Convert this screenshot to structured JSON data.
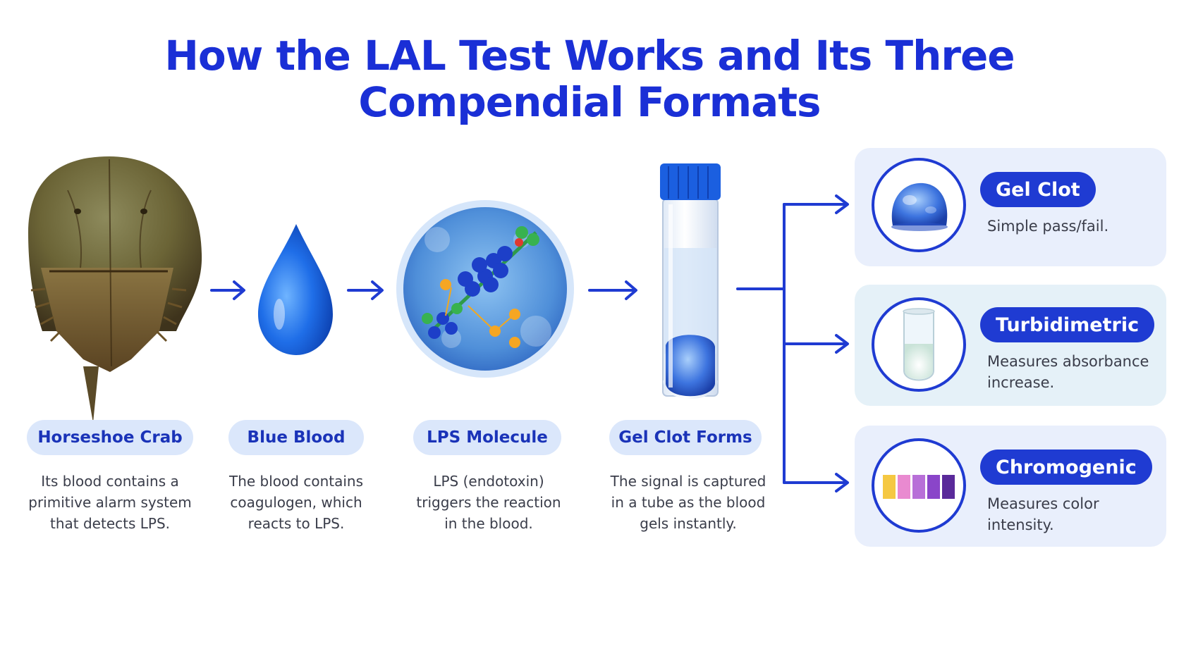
{
  "title": {
    "line1": "How the LAL Test Works and Its Three",
    "line2": "Compendial Formats"
  },
  "steps": [
    {
      "label": "Horseshoe Crab",
      "desc": [
        "Its blood contains a",
        "primitive alarm system",
        "that detects LPS."
      ]
    },
    {
      "label": "Blue Blood",
      "desc": [
        "The blood contains",
        "coagulogen, which",
        "reacts to LPS."
      ]
    },
    {
      "label": "LPS Molecule",
      "desc": [
        "LPS (endotoxin)",
        "triggers the reaction",
        "in the blood."
      ]
    },
    {
      "label": "Gel Clot Forms",
      "desc": [
        "The signal is captured",
        "in a tube as the blood",
        "gels instantly."
      ]
    }
  ],
  "formats": [
    {
      "name": "Gel Clot",
      "desc": [
        "Simple pass/fail."
      ],
      "icon": "gel-clot-icon"
    },
    {
      "name": "Turbidimetric",
      "desc": [
        "Measures absorbance",
        "increase."
      ],
      "icon": "turbid-vial-icon"
    },
    {
      "name": "Chromogenic",
      "desc": [
        "Measures color",
        "intensity."
      ],
      "icon": "color-swatch-icon"
    }
  ],
  "colors": {
    "accent": "#1f3bd2",
    "title": "#1a2fd6",
    "pill_bg": "#dbe7fb",
    "swatches": [
      "#f5c842",
      "#e98ad0",
      "#b86fd8",
      "#8a45c9",
      "#5a2a9a"
    ]
  }
}
